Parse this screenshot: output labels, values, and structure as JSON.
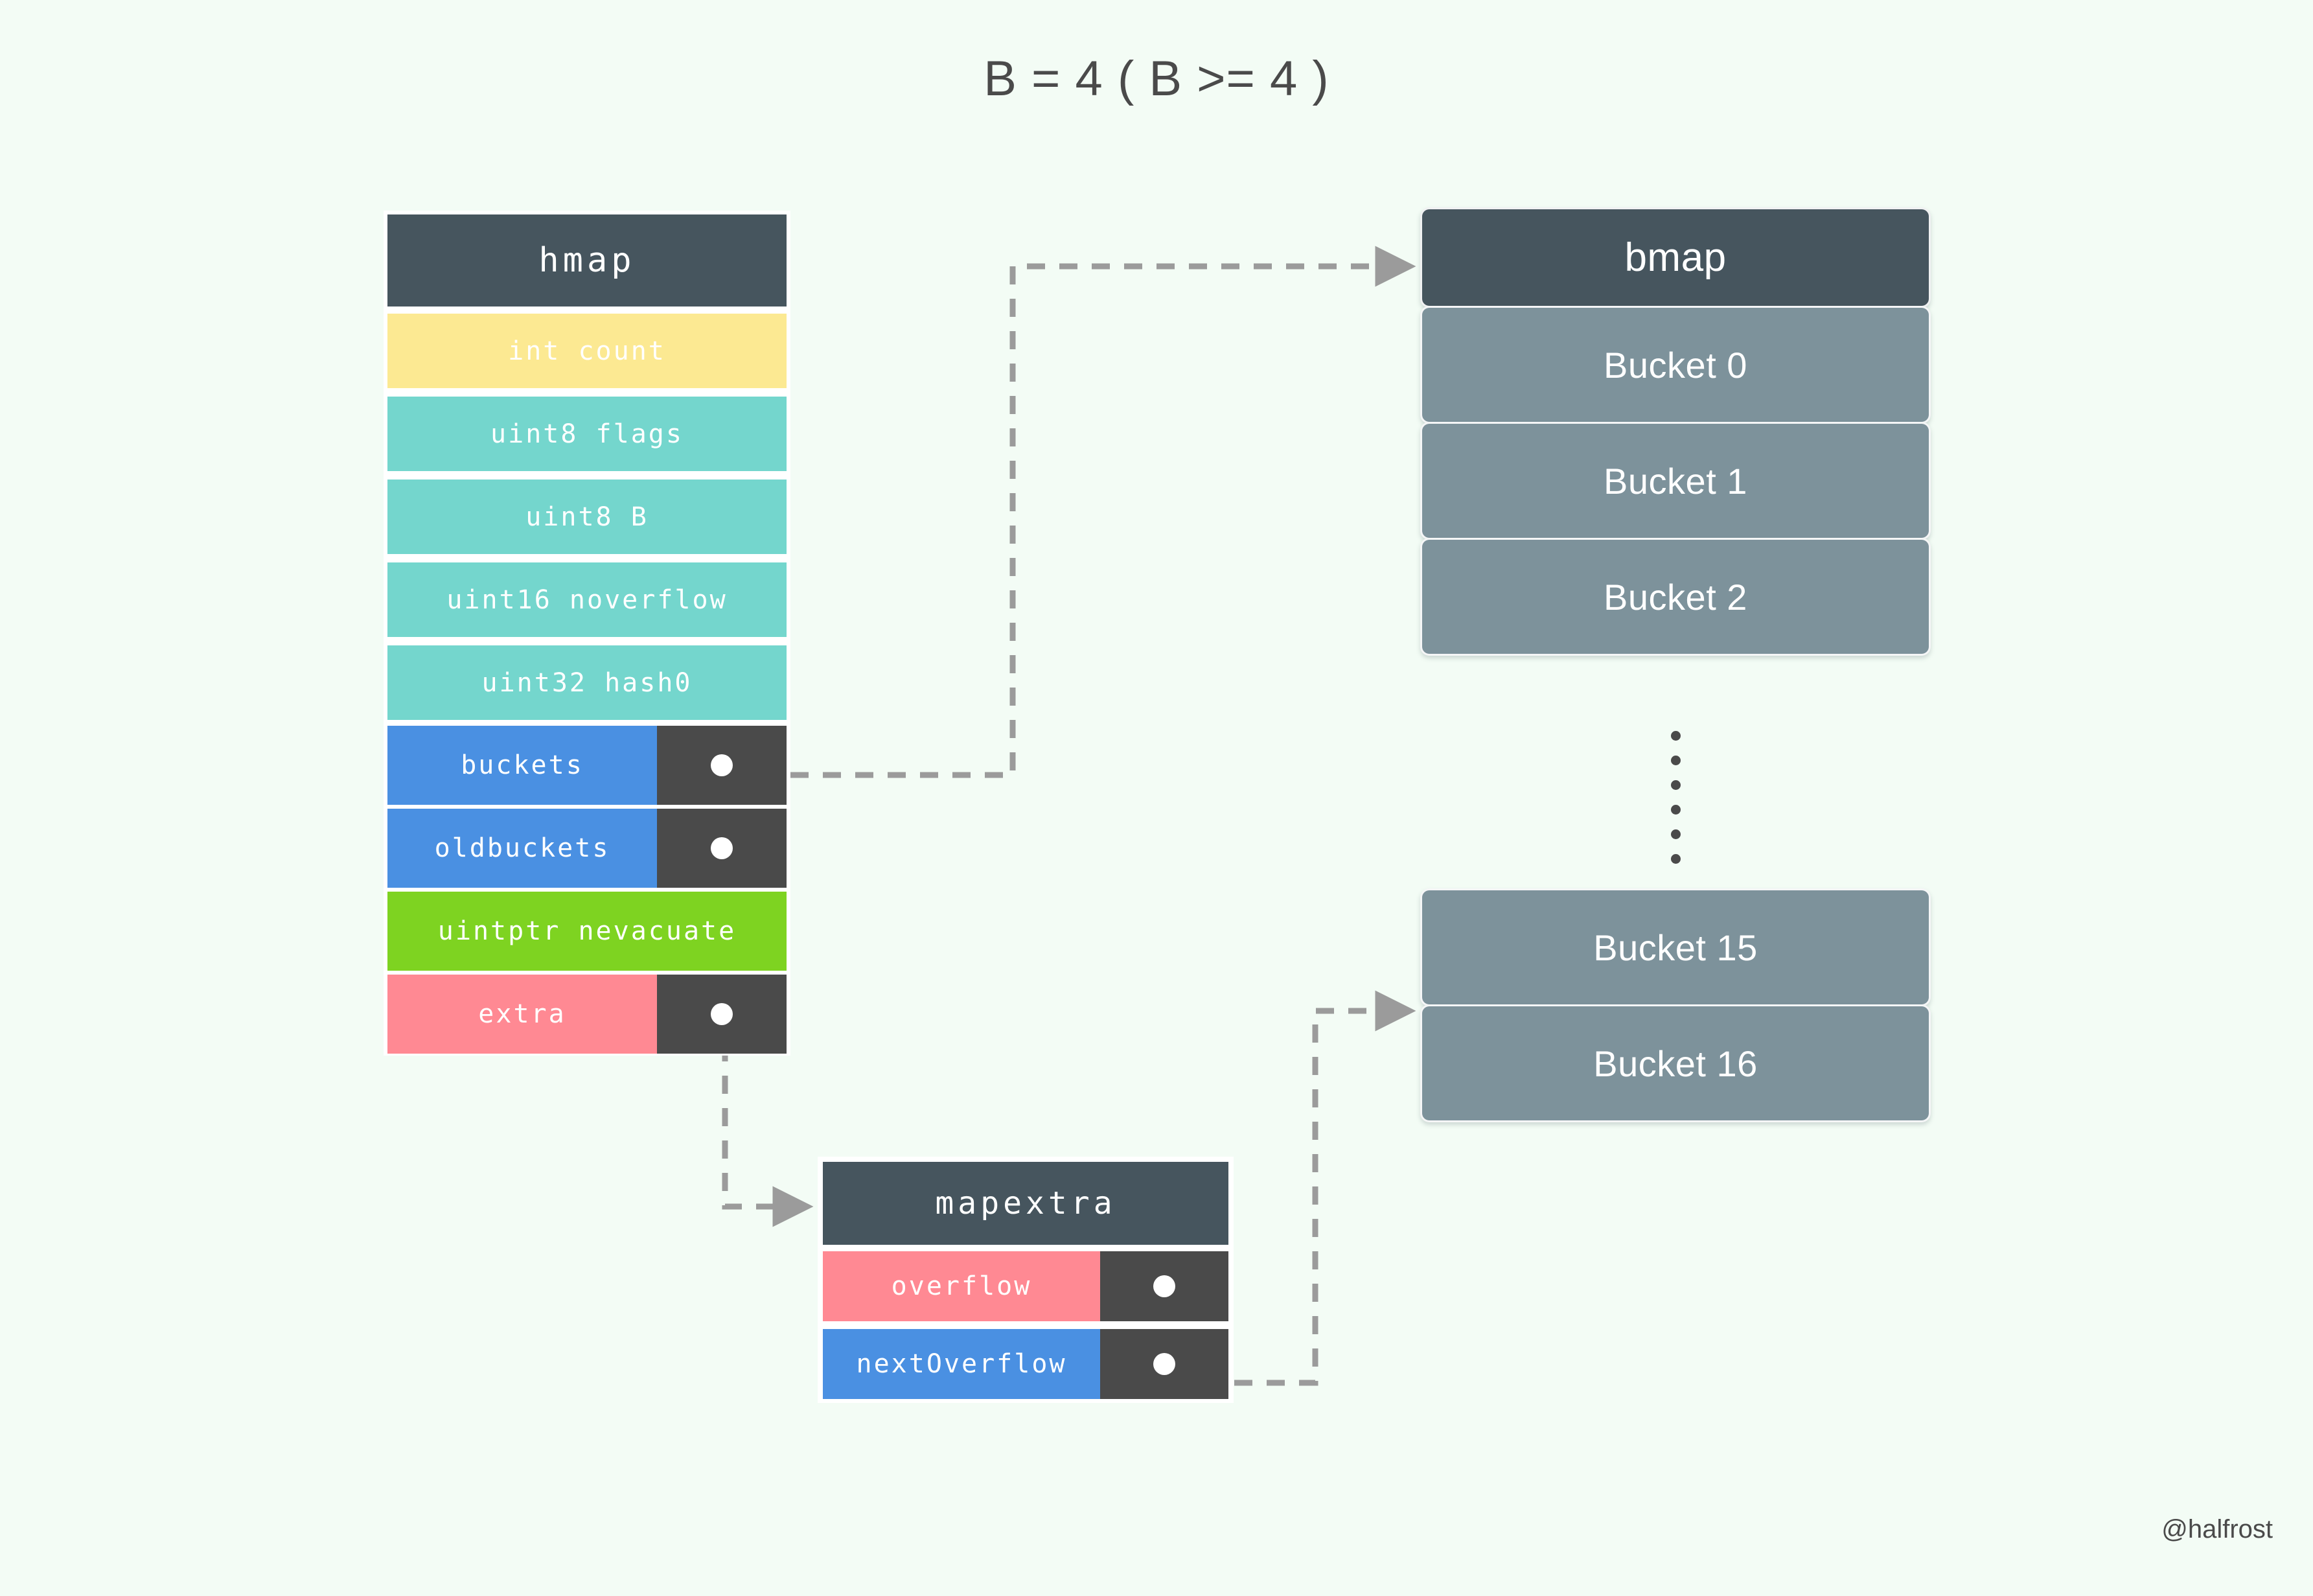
{
  "title": "B = 4 ( B >= 4 )",
  "watermark": "@halfrost",
  "colors": {
    "background": "#f3fcf5",
    "header_dark": "#46555e",
    "pointer_cell": "#4a4a4a",
    "yellow": "#fce992",
    "teal": "#74d6cd",
    "blue": "#4a90e2",
    "green": "#7ed321",
    "pink": "#ff8993",
    "bucket_gray": "#7d929b",
    "wire": "#9b9b9b",
    "text_dark": "#4a4a4a"
  },
  "hmap": {
    "header": "hmap",
    "fields": [
      {
        "label": "int count",
        "color": "yellow",
        "pointer": false
      },
      {
        "label": "uint8 flags",
        "color": "teal",
        "pointer": false
      },
      {
        "label": "uint8 B",
        "color": "teal",
        "pointer": false
      },
      {
        "label": "uint16 noverflow",
        "color": "teal",
        "pointer": false
      },
      {
        "label": "uint32 hash0",
        "color": "teal",
        "pointer": false
      },
      {
        "label": "buckets",
        "color": "blue",
        "pointer": true
      },
      {
        "label": "oldbuckets",
        "color": "blue",
        "pointer": true
      },
      {
        "label": "uintptr nevacuate",
        "color": "green",
        "pointer": false
      },
      {
        "label": "extra",
        "color": "pink",
        "pointer": true
      }
    ]
  },
  "mapextra": {
    "header": "mapextra",
    "fields": [
      {
        "label": "overflow",
        "color": "pink",
        "pointer": true
      },
      {
        "label": "nextOverflow",
        "color": "blue",
        "pointer": true
      }
    ]
  },
  "bmap": {
    "header": "bmap",
    "buckets": [
      "Bucket 0",
      "Bucket 1",
      "Bucket 2"
    ]
  },
  "overflow_buckets": {
    "buckets": [
      "Bucket 15",
      "Bucket 16"
    ]
  },
  "ellipsis": {
    "dot_count": 6
  },
  "connections": [
    {
      "from": "hmap.buckets",
      "to": "bmap.header"
    },
    {
      "from": "hmap.extra",
      "to": "mapextra.header"
    },
    {
      "from": "mapextra.nextOverflow",
      "to": "overflow_buckets"
    }
  ]
}
